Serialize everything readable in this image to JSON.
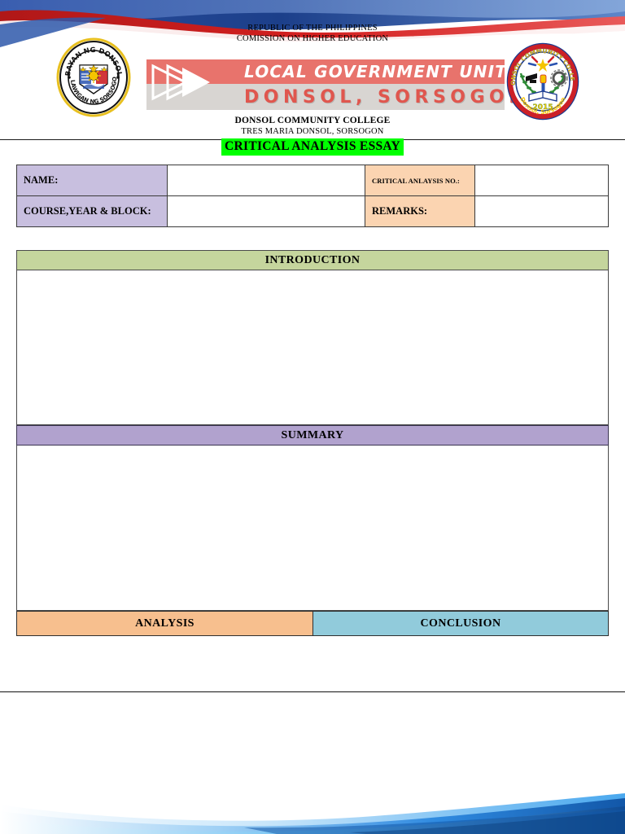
{
  "document": {
    "title": "CRITICAL ANALYSIS ESSAY",
    "title_highlight_color": "#00FF00"
  },
  "header": {
    "line1": "REPUBLIC OF THE PHILIPPINES",
    "line2": "COMISSION ON HIGHER EDUCATION",
    "banner_title": "LOCAL GOVERNMENT UNIT",
    "banner_subtitle": "DONSOL, SORSOGON",
    "college_name": "DONSOL COMMUNITY COLLEGE",
    "college_address": "TRES MARIA DONSOL, SORSOGON",
    "left_seal": {
      "name": "municipality-seal",
      "top_text": "BAYAN NG DONSOL",
      "bottom_text": "LALAWIGAN NG SORSOGON"
    },
    "right_seal": {
      "name": "college-seal",
      "top_text": "DONSOL COMMUNITY COLLEGE",
      "year": "2015",
      "bottom_text": "Donsol, Sorsogon"
    }
  },
  "info_table": {
    "rows": [
      {
        "label_left": "NAME:",
        "value_left": "",
        "label_right": "CRITICAL ANLAYSIS NO.:",
        "value_right": ""
      },
      {
        "label_left": "COURSE,YEAR  & BLOCK:",
        "value_left": "",
        "label_right": "REMARKS:",
        "value_right": ""
      }
    ]
  },
  "sections": [
    {
      "heading": "INTRODUCTION",
      "body": "",
      "color": "#C5D59D"
    },
    {
      "heading": "SUMMARY",
      "body": "",
      "color": "#B1A2CE"
    }
  ],
  "bottom_sections": [
    {
      "heading": "ANALYSIS",
      "color": "#F7BF8E"
    },
    {
      "heading": "CONCLUSION",
      "color": "#91CBDB"
    }
  ],
  "colors": {
    "banner_red": "#E8736C",
    "banner_gray": "#D8D5D2",
    "subtitle_red": "#E0564E",
    "label_purple": "#C8BFDF",
    "label_peach": "#FBD4B1",
    "intro_green": "#C5D59D",
    "summary_purple": "#B1A2CE",
    "analysis_orange": "#F7BF8E",
    "conclusion_blue": "#91CBDB",
    "wave_blue": "#1F6FC4",
    "wave_red": "#CC2222"
  }
}
